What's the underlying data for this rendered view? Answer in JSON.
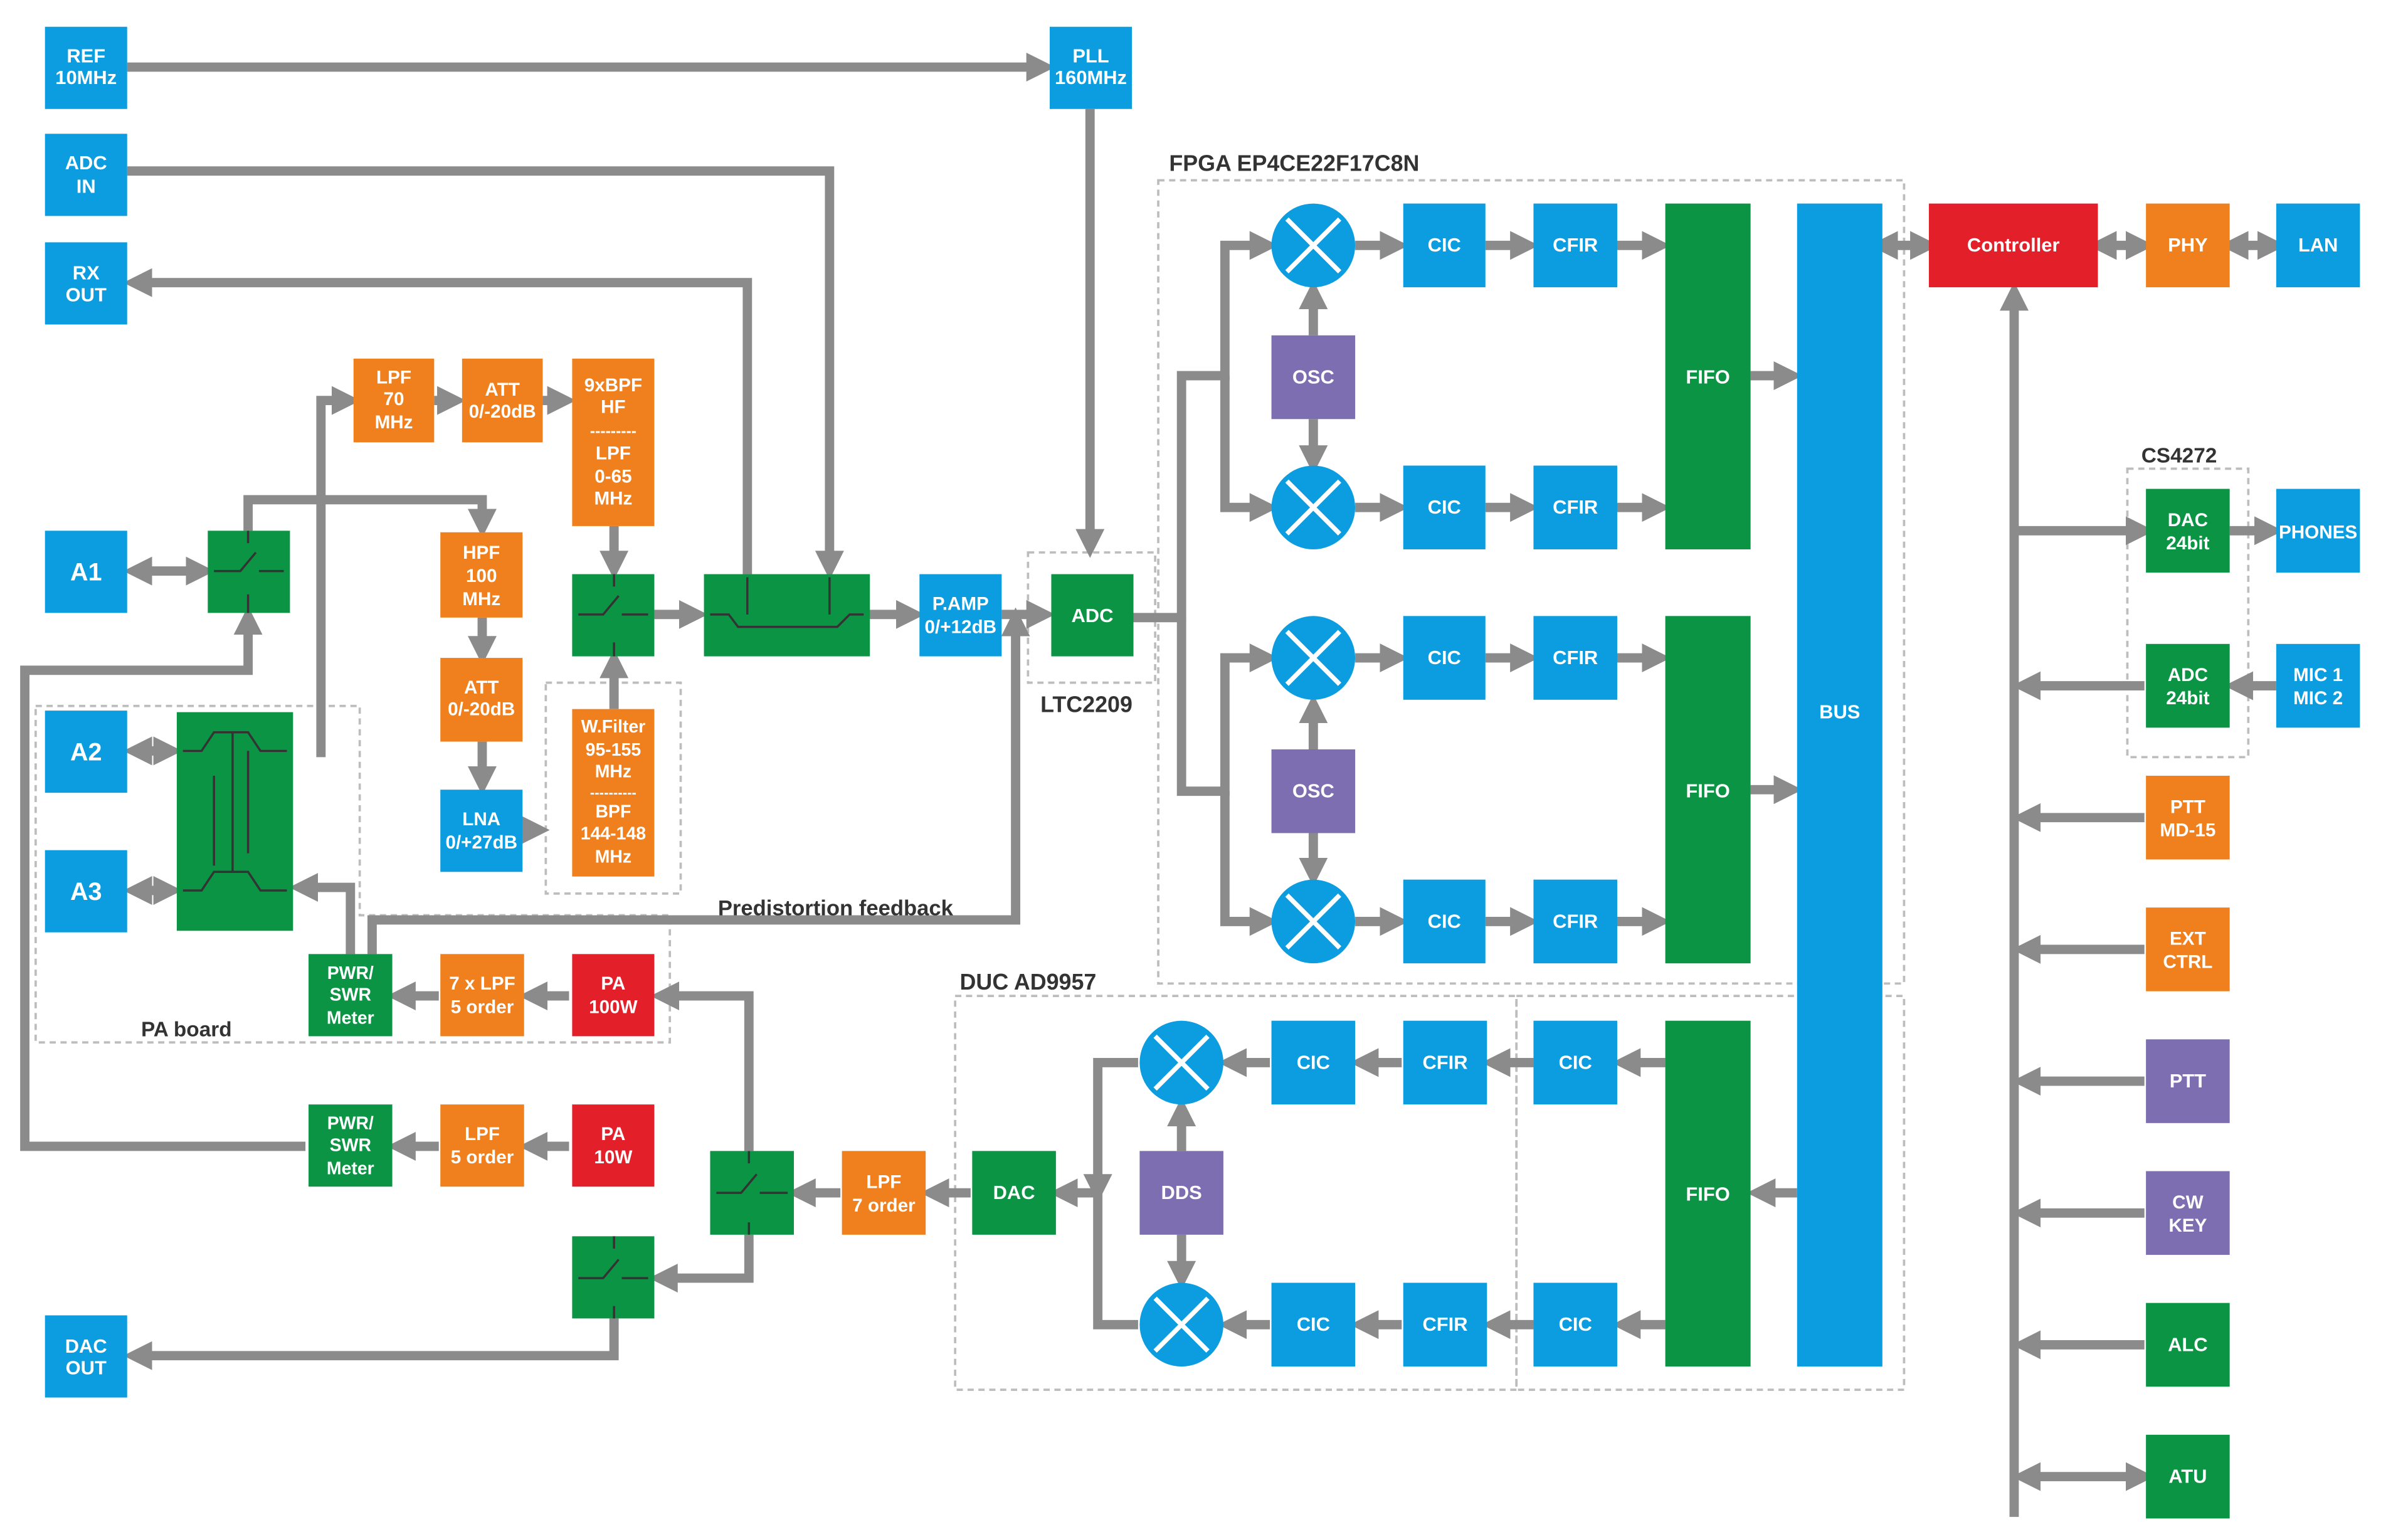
{
  "colors": {
    "blue": "#0b9ddf",
    "green": "#0a9444",
    "orange": "#f0801e",
    "red": "#e3202a",
    "purple": "#7c6eb0",
    "wire": "#8b8b8b",
    "dashed_group": "#bdbdbd"
  },
  "labels": {
    "fpga": "FPGA EP4CE22F17C8N",
    "ltc": "LTC2209",
    "duc": "DUC AD9957",
    "cs": "CS4272",
    "pa_board": "PA board",
    "predistortion": "Predistortion feedback"
  },
  "blocks": {
    "ref": [
      "REF",
      "10MHz"
    ],
    "pll": [
      "PLL",
      "160MHz"
    ],
    "adc_in": [
      "ADC",
      "IN"
    ],
    "rx_out": [
      "RX",
      "OUT"
    ],
    "a1": [
      "A1"
    ],
    "a2": [
      "A2"
    ],
    "a3": [
      "A3"
    ],
    "dac_out": [
      "DAC",
      "OUT"
    ],
    "lpf70": [
      "LPF",
      "70",
      "MHz"
    ],
    "att1": [
      "ATT",
      "0/-20dB"
    ],
    "bpf_hf": [
      "9xBPF",
      "HF",
      "---------",
      "LPF",
      "0-65",
      "MHz"
    ],
    "hpf100": [
      "HPF",
      "100",
      "MHz"
    ],
    "att2": [
      "ATT",
      "0/-20dB"
    ],
    "lna": [
      "LNA",
      "0/+27dB"
    ],
    "wfilter": [
      "W.Filter",
      "95-155",
      "MHz",
      "----------",
      "BPF",
      "144-148",
      "MHz"
    ],
    "pamp": [
      "P.AMP",
      "0/+12dB"
    ],
    "adc": [
      "ADC"
    ],
    "osc1": [
      "OSC"
    ],
    "osc2": [
      "OSC"
    ],
    "cic": [
      "CIC"
    ],
    "cfir": [
      "CFIR"
    ],
    "fifo": [
      "FIFO"
    ],
    "bus": [
      "BUS"
    ],
    "controller": [
      "Controller"
    ],
    "phy": [
      "PHY"
    ],
    "lan": [
      "LAN"
    ],
    "dac24": [
      "DAC",
      "24bit"
    ],
    "adc24": [
      "ADC",
      "24bit"
    ],
    "phones": [
      "PHONES"
    ],
    "mic": [
      "MIC 1",
      "MIC 2"
    ],
    "ptt_md": [
      "PTT",
      "MD-15"
    ],
    "ext_ctrl": [
      "EXT",
      "CTRL"
    ],
    "ptt": [
      "PTT"
    ],
    "cw_key": [
      "CW",
      "KEY"
    ],
    "alc": [
      "ALC"
    ],
    "atu": [
      "ATU"
    ],
    "dds": [
      "DDS"
    ],
    "dac": [
      "DAC"
    ],
    "lpf7": [
      "LPF",
      "7 order"
    ],
    "pa100": [
      "PA",
      "100W"
    ],
    "lpf7x": [
      "7 x LPF",
      "5 order"
    ],
    "pwr1": [
      "PWR/",
      "SWR",
      "Meter"
    ],
    "pa10": [
      "PA",
      "10W"
    ],
    "lpf5": [
      "LPF",
      "5 order"
    ],
    "pwr2": [
      "PWR/",
      "SWR",
      "Meter"
    ]
  }
}
